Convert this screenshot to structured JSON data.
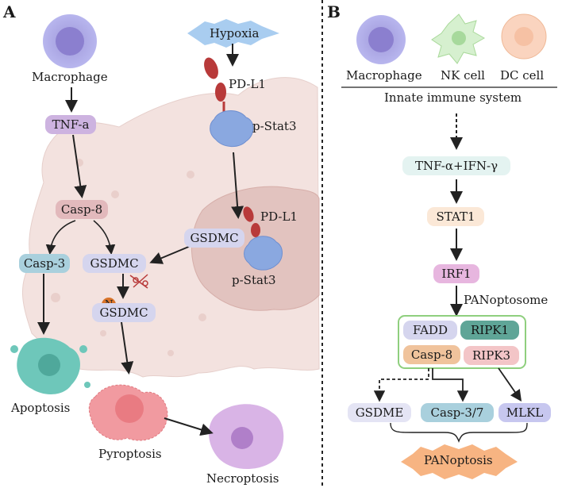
{
  "panel_a": {
    "letter": "A",
    "macrophage": "Macrophage",
    "hypoxia": "Hypoxia",
    "pdl1_top": "PD-L1",
    "pstat3_top": "p-Stat3",
    "tnf_a": "TNF-a",
    "casp8": "Casp-8",
    "casp3": "Casp-3",
    "gsdmc_cyto": "GSDMC",
    "gsdmc_nuc": "GSDMC",
    "pdl1_nuc": "PD-L1",
    "pstat3_nuc": "p-Stat3",
    "n_terminal": "N",
    "gsdmc_n": "GSDMC",
    "apoptosis": "Apoptosis",
    "pyroptosis": "Pyroptosis",
    "necroptosis": "Necroptosis"
  },
  "panel_b": {
    "letter": "B",
    "macrophage": "Macrophage",
    "nk_cell": "NK cell",
    "dc_cell": "DC cell",
    "innate": "Innate immune system",
    "tnf_ifn": "TNF-α+IFN-γ",
    "stat1": "STAT1",
    "irf1": "IRF1",
    "panoptosome": "PANoptosome",
    "fadd": "FADD",
    "ripk1": "RIPK1",
    "casp8": "Casp-8",
    "ripk3": "RIPK3",
    "gsdme": "GSDME",
    "casp37": "Casp-3/7",
    "mlkl": "MLKL",
    "panoptosis": "PANoptosis"
  },
  "colors": {
    "cell_body": "#f3e2df",
    "nucleus": "#e2c3bf",
    "purple_pill": "#cdb3e0",
    "pink_pill": "#e2b9bc",
    "blue_pill": "#a9d0dd",
    "lavender_pill": "#d5d5ee",
    "teal_pill": "#e4f3f1",
    "peach_pill": "#fbe8d7",
    "green_box": "#8fcf7e",
    "ripk1": "#5fa597",
    "casp8_b": "#f0c39c",
    "ripk3": "#f3c5c7",
    "mlkl": "#c7c7ef",
    "panoptosis_star": "#f7b482",
    "hypoxia_star": "#a9cdf0",
    "pdl1": "#b83a3a",
    "pstat3": "#8aa8e0"
  }
}
